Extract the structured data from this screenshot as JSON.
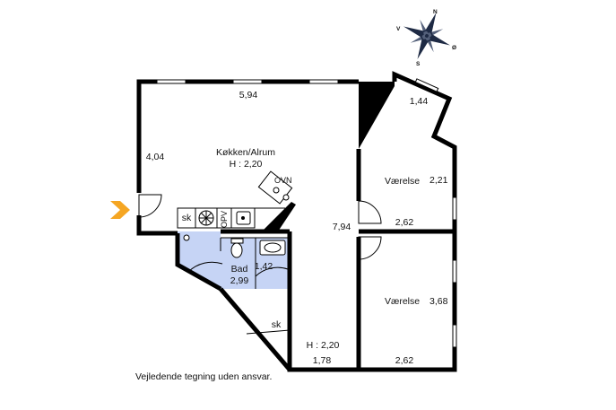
{
  "compass": {
    "north": "N",
    "west": "V",
    "east": "Ø",
    "south": "S"
  },
  "rooms": {
    "kitchen": {
      "name": "Køkken/Alrum",
      "height": "H : 2,20"
    },
    "bedroom_top": {
      "name": "Værelse",
      "area": "2,21"
    },
    "bedroom_bottom": {
      "name": "Værelse",
      "area": "3,68"
    },
    "bath": {
      "name": "Bad",
      "area": "2,99"
    },
    "hall": {
      "height": "H : 2,20"
    }
  },
  "fixtures": {
    "cupboard_kitchen": "sk",
    "dishwasher": "OPV",
    "oven": "OVN",
    "cupboard_hall": "sk"
  },
  "dimensions": {
    "kitchen_width": "5,94",
    "kitchen_depth": "4,04",
    "corner_wall": "1,44",
    "bedroom_top_width": "2,62",
    "hall_length": "7,94",
    "bath_inner": "1,42",
    "bedroom_bottom_width": "2,62",
    "hall_width": "1,78"
  },
  "colors": {
    "wall": "#000000",
    "bath_floor": "#c6d4f5",
    "entrance_arrow": "#f5a623"
  },
  "disclaimer": "Vejledende tegning uden ansvar."
}
